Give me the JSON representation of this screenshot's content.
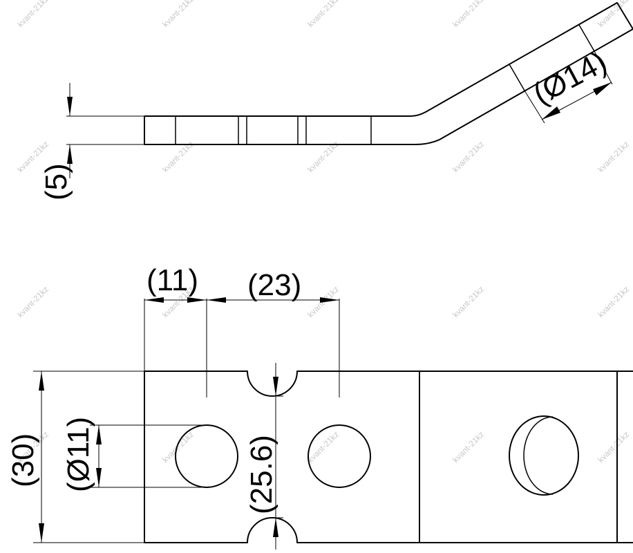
{
  "dimensions": {
    "thickness": "(5)",
    "bend_hole": "(Ø14)",
    "edge_to_hole": "(11)",
    "hole_pitch": "(23)",
    "width": "(30)",
    "hole_diameter": "(Ø11)",
    "notch_gap": "(25.6)"
  },
  "watermark": {
    "text": "kvant-21kz"
  },
  "colors": {
    "line": "#000000",
    "background": "#ffffff",
    "watermark": "#9a9a9a"
  }
}
